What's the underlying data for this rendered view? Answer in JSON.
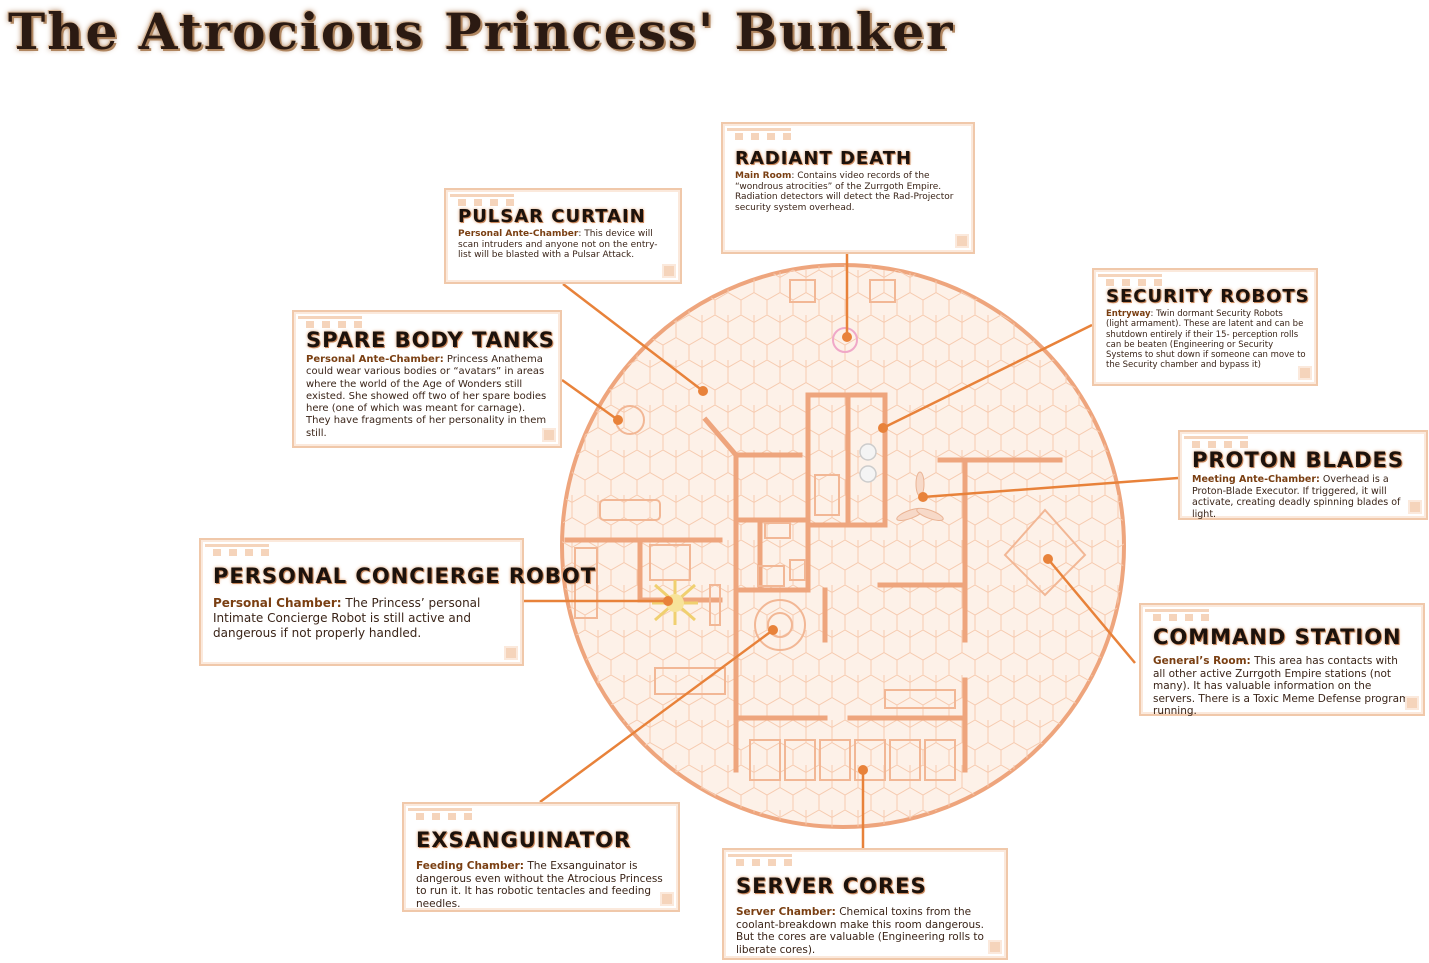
{
  "title": "The Atrocious Princess' Bunker",
  "colors": {
    "accent": "#e8823a",
    "floor": "#fbe3d2",
    "walls": "#eea57d",
    "callout_border": "#f0c8aa"
  },
  "callouts": [
    {
      "id": "radiant-death",
      "heading": "Radiant Death",
      "room": "Main Room",
      "text": ": Contains video records of the “wondrous atrocities” of the Zurrgoth Empire. Radiation detectors will detect the Rad-Projector security system overhead."
    },
    {
      "id": "pulsar-curtain",
      "heading": "Pulsar Curtain",
      "room": "Personal Ante-Chamber",
      "text": ": This device will scan intruders and anyone not on the entry-list will be blasted with a Pulsar Attack."
    },
    {
      "id": "security-robots",
      "heading": "Security Robots",
      "room": "Entryway",
      "text": ": Twin dormant Security Robots (light armament). These are latent and can be shutdown entirely if their 15- perception rolls can be beaten (Engineering or Security Systems to shut down if someone can move to the Security chamber and bypass it)"
    },
    {
      "id": "spare-body-tanks",
      "heading": "Spare Body Tanks",
      "room": "Personal Ante-Chamber:",
      "text": " Princess Anathema could wear various bodies or “avatars” in areas where the world of the Age of Wonders still existed. She showed off two of her spare bodies here (one of which was meant for carnage). They have fragments of her personality in them still."
    },
    {
      "id": "proton-blades",
      "heading": "Proton Blades",
      "room": "Meeting Ante-Chamber:",
      "text": " Overhead is a Proton-Blade Executor. If triggered, it will activate, creating deadly spinning blades of light."
    },
    {
      "id": "personal-concierge-robot",
      "heading": "Personal Concierge Robot",
      "room": "Personal Chamber:",
      "text": " The Princess’ personal Intimate Concierge Robot is still active and dangerous if not properly handled."
    },
    {
      "id": "command-station",
      "heading": "Command Station",
      "room": "General’s Room:",
      "text": " This area has contacts with all other active Zurrgoth Empire stations (not many). It has valuable information on the servers. There is a Toxic Meme Defense program running."
    },
    {
      "id": "exsanguinator",
      "heading": "Exsanguinator",
      "room": "Feeding Chamber:",
      "text": " The Exsanguinator is dangerous even without the Atrocious Princess to run it. It has robotic tentacles and feeding needles."
    },
    {
      "id": "server-cores",
      "heading": "Server Cores",
      "room": "Server Chamber:",
      "text": " Chemical toxins from the coolant-breakdown make this room dangerous. But the cores are valuable (Engineering rolls to liberate cores)."
    }
  ]
}
